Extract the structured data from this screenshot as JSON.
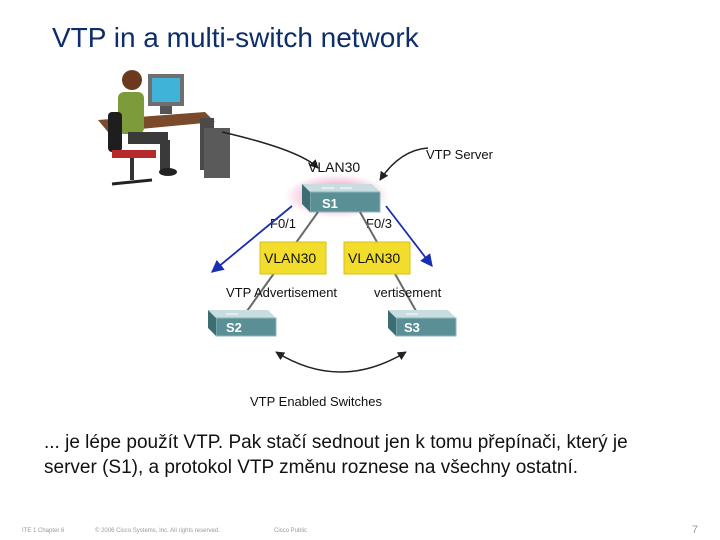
{
  "slide": {
    "title": "VTP in a multi-switch network",
    "body_text": "... je lépe použít VTP. Pak stačí sednout jen k tomu přepínači, který je server (S1), a protokol VTP změnu roznese na všechny ostatní.",
    "footer": {
      "left": "ITE 1 Chapter 6",
      "copyright": "© 2006 Cisco Systems, Inc. All rights reserved.",
      "classification": "Cisco Public",
      "page_number": "7"
    }
  },
  "diagram": {
    "vtp_server_label": "VTP Server",
    "server_vlan_label": "VLAN30",
    "switches": {
      "s1": "S1",
      "s2": "S2",
      "s3": "S3"
    },
    "ports": {
      "left": "F0/1",
      "right": "F0/3"
    },
    "vlan_tags": {
      "left": "VLAN30",
      "right": "VLAN30"
    },
    "advertisement_label": "VTP Advertisement",
    "advertisement_label_overlap": "vertisement",
    "enabled_switches_label": "VTP Enabled Switches",
    "colors": {
      "title": "#0d2d6b",
      "arrow_blue": "#1a2fb0",
      "vlan_tag": "#f2dc2c",
      "switch_face": "#5a8f96",
      "highlight": "#d9559f"
    }
  }
}
